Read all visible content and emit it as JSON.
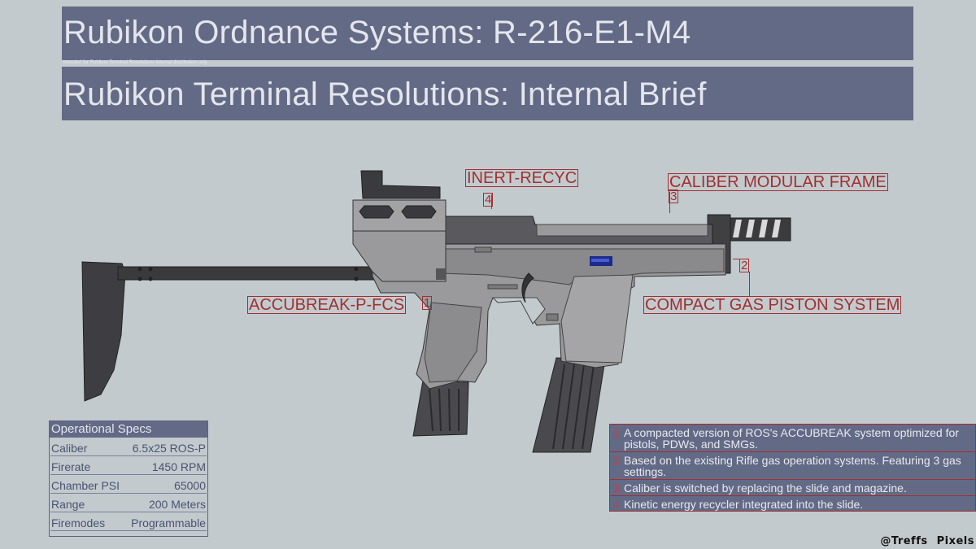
{
  "header": {
    "title": "Rubikon Ordnance Systems: R-216-E1-M4",
    "note": "Intended for Rubikon Terminal Resolutions internal distribution only",
    "subtitle": "Rubikon Terminal Resolutions: Internal Brief"
  },
  "callouts": {
    "fcs": {
      "label": "ACCUBREAK-P-FCS",
      "num": "1"
    },
    "gas": {
      "label": "COMPACT GAS PISTON SYSTEM",
      "num": "2"
    },
    "frame": {
      "label": "CALIBER MODULAR FRAME",
      "num": "3"
    },
    "recyc": {
      "label": "INERT-RECYC",
      "num": "4"
    }
  },
  "specs": {
    "title": "Operational Specs",
    "rows": [
      {
        "label": "Caliber",
        "value": "6.5x25 ROS-P"
      },
      {
        "label": "Firerate",
        "value": "1450 RPM"
      },
      {
        "label": "Chamber PSI",
        "value": "65000"
      },
      {
        "label": "Range",
        "value": "200 Meters"
      },
      {
        "label": "Firemodes",
        "value": "Programmable"
      }
    ]
  },
  "notes": [
    {
      "num": "1",
      "text": "A compacted version of ROS's ACCUBREAK system optimized for pistols, PDWs, and SMGs."
    },
    {
      "num": "2",
      "text": "Based on the existing Rifle gas operation systems. Featuring 3 gas settings."
    },
    {
      "num": "3",
      "text": "Caliber is switched by replacing the slide and magazine."
    },
    {
      "num": "4",
      "text": "Kinetic energy recycler integrated into the slide."
    }
  ],
  "watermark": "@Treffs Pixels",
  "colors": {
    "background": "#c3cace",
    "banner": "#626a86",
    "callout_red": "#a03030",
    "weapon_dark": "#3e3e42",
    "weapon_mid": "#707074",
    "weapon_light": "#9a9a9c"
  }
}
